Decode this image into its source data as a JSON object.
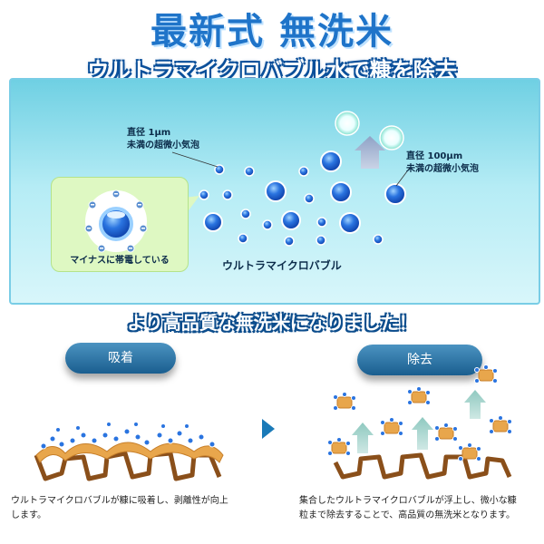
{
  "header": {
    "title": "最新式 無洗米",
    "subtitle": "ウルトラマイクロバブル水で糠を除去"
  },
  "diagram": {
    "small_bubble_label": [
      "直径 1µm",
      "未満の超微小気泡"
    ],
    "large_bubble_label": [
      "直径 100µm",
      "未満の超微小気泡"
    ],
    "charge_label": "マイナスに帯電している",
    "center_label": "ウルトラマイクロバブル"
  },
  "mid_heading": "より高品質な無洗米になりました！",
  "steps": {
    "adsorb": {
      "label": "吸着",
      "caption": [
        "ウルトラマイクロバブルが糠に吸着し、剥離性が向上",
        "します。"
      ]
    },
    "remove": {
      "label": "除去",
      "caption": [
        "集合したウルトラマイクロバブルが浮上し、微小な糠",
        "粒まで除去することで、高品質の無洗米となります。"
      ]
    }
  },
  "colors": {
    "title_blue": "#1f74c9",
    "bubble_blue": "#1a62d8",
    "panel_top": "#6fd0e3",
    "pill_blue": "#1a5e8f",
    "bran_orange": "#e8a64c"
  }
}
